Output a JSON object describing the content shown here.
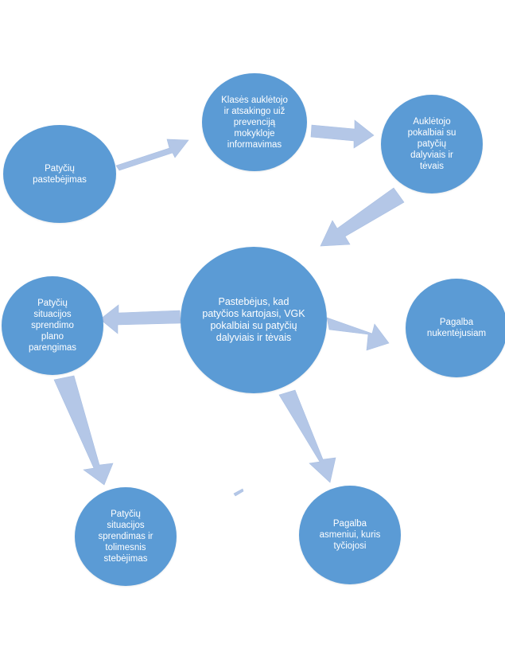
{
  "colors": {
    "node_fill": "#5b9bd5",
    "arrow_fill": "#b4c7e7",
    "text": "#ffffff"
  },
  "nodes": {
    "observation": "Patyčių\npastebėjimas",
    "inform": "Klasės auklėtojo\nir atsakingo uiž\nprevenciją\nmokykloje\ninformavimas",
    "talks": "Auklėtojo\npokalbiai su\npatyčių\ndalyviais ir\ntėvais",
    "center": "Pastebėjus, kad\npatyčios kartojasi, VGK\npokalbiai su patyčių\ndalyviais ir tėvais",
    "plan": "Patyčių\nsituacijos\nsprendimo\nplano\nparengimas",
    "victim_help": "Pagalba\nnukentėjusiam",
    "solution": "Patyčių\nsituacijos\nsprendimas ir\ntolimesnis\nstebėjimas",
    "bully_help": "Pagalba\nasmeniui, kuris\ntyčiojosi"
  }
}
